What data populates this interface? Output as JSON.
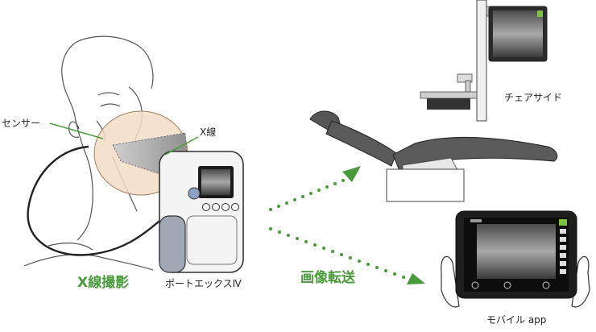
{
  "labels": {
    "sensor": "センサー",
    "xray_line": "X線",
    "xray_imaging": "X線撮影",
    "device_name": "ポートエックスⅣ",
    "transfer": "画像転送",
    "chairside": "チェアサイド",
    "mobile_app": "モバイル app"
  },
  "colors": {
    "accent_green": "#4a9a3c",
    "skin_tone": "#f2dcc6",
    "device_body": "#f4f4f4",
    "device_side": "#9fa8b4",
    "chair": "#555555",
    "screen": "#1b1b1b"
  },
  "icons": {
    "tablet_bottom_left": "play-icon",
    "tablet_bottom_center": "a-icon",
    "tablet_bottom_right": "settings-icon"
  }
}
